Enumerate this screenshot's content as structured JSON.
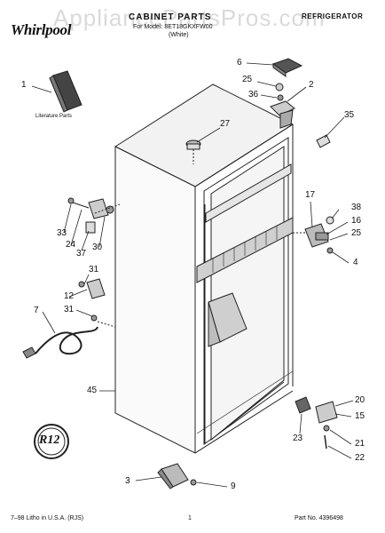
{
  "header": {
    "brand": "Whirlpool",
    "title": "CABINET PARTS",
    "subtitle_line1": "For Model: 8ET18GKXFW00",
    "subtitle_line2": "(White)",
    "category": "REFRIGERATOR"
  },
  "watermark": "AppliancePartsPros.com",
  "literature_label": "Literature Parts",
  "badge_text": "R12",
  "callouts": {
    "c1": "1",
    "c6": "6",
    "c25a": "25",
    "c2": "2",
    "c36": "36",
    "c35": "35",
    "c27": "27",
    "c17": "17",
    "c38": "38",
    "c16": "16",
    "c25b": "25",
    "c4": "4",
    "c33": "33",
    "c24": "24",
    "c37": "37",
    "c30": "30",
    "c31a": "31",
    "c12": "12",
    "c7": "7",
    "c31b": "31",
    "c45": "45",
    "c20": "20",
    "c15": "15",
    "c23": "23",
    "c21": "21",
    "c22": "22",
    "c3": "3",
    "c9": "9"
  },
  "footer": {
    "left": "7–98 Litho in U.S.A. (RJS)",
    "page": "1",
    "part_no": "Part No. 4396498"
  }
}
